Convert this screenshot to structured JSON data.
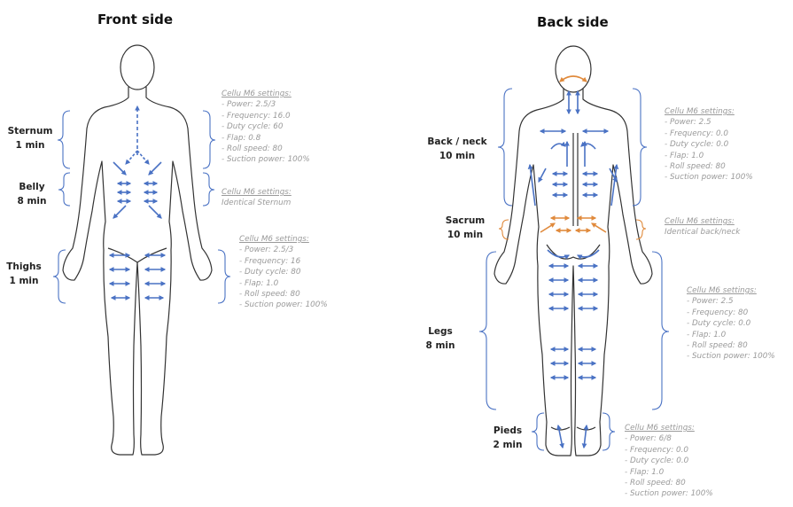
{
  "titles": {
    "front": "Front side",
    "back": "Back side"
  },
  "zones": {
    "sternum": {
      "name": "Sternum",
      "duration": "1 min"
    },
    "belly": {
      "name": "Belly",
      "duration": "8 min"
    },
    "thighs": {
      "name": "Thighs",
      "duration": "1 min"
    },
    "back_neck": {
      "name": "Back / neck",
      "duration": "10 min"
    },
    "sacrum": {
      "name": "Sacrum",
      "duration": "10 min"
    },
    "legs": {
      "name": "Legs",
      "duration": "8 min"
    },
    "pieds": {
      "name": "Pieds",
      "duration": "2 min"
    }
  },
  "settings": {
    "sternum": {
      "header": "Cellu M6 settings:",
      "lines": [
        "- Power: 2.5/3",
        "- Frequency: 16.0",
        "- Duty cycle: 60",
        "- Flap: 0.8",
        "- Roll speed: 80",
        "- Suction power: 100%"
      ]
    },
    "belly": {
      "header": "Cellu M6 settings:",
      "lines": [
        "Identical Sternum"
      ]
    },
    "thighs": {
      "header": "Cellu M6 settings:",
      "lines": [
        "- Power: 2.5/3",
        "- Frequency: 16",
        "- Duty cycle: 80",
        "- Flap: 1.0",
        "- Roll speed: 80",
        "- Suction power: 100%"
      ]
    },
    "back_neck": {
      "header": "Cellu M6 settings:",
      "lines": [
        "- Power: 2.5",
        "- Frequency: 0.0",
        "- Duty cycle: 0.0",
        "- Flap: 1.0",
        "- Roll speed: 80",
        "- Suction power: 100%"
      ]
    },
    "sacrum": {
      "header": "Cellu M6 settings:",
      "lines": [
        "Identical back/neck"
      ]
    },
    "legs": {
      "header": "Cellu M6 settings:",
      "lines": [
        "- Power: 2.5",
        "- Frequency: 80",
        "- Duty cycle: 0.0",
        "- Flap: 1.0",
        "- Roll speed: 80",
        "- Suction power: 100%"
      ]
    },
    "pieds": {
      "header": "Cellu M6 settings:",
      "lines": [
        "- Power: 6/8",
        "- Frequency: 0.0",
        "- Duty cycle: 0.0",
        "- Flap: 1.0",
        "- Roll speed: 80",
        "- Suction power: 100%"
      ]
    }
  },
  "colors": {
    "outline": "#333333",
    "arrow_blue": "#4a72c4",
    "arrow_orange": "#e08a3c",
    "settings_text": "#9a9a9a",
    "label_text": "#222222"
  }
}
